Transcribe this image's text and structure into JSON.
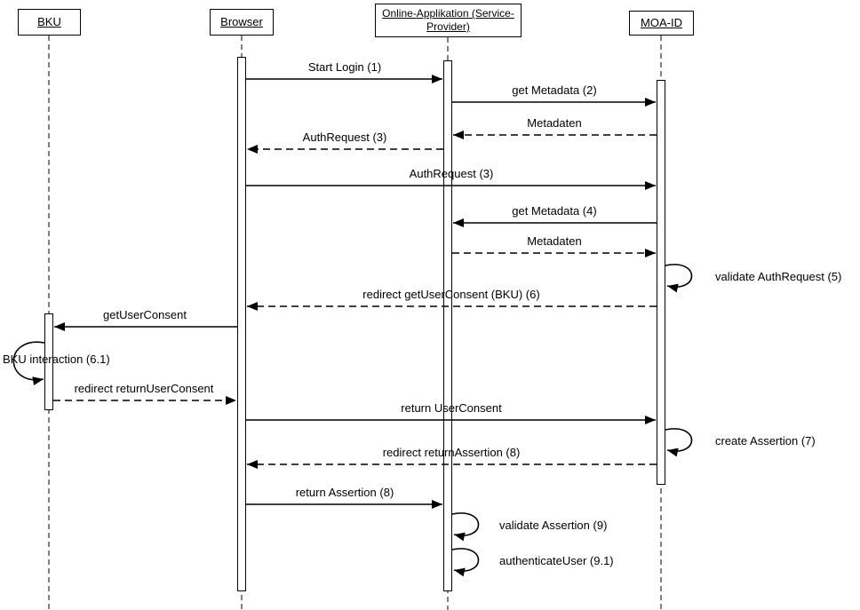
{
  "diagram": {
    "type": "uml-sequence",
    "background_color": "#ffffff",
    "line_color": "#000000",
    "text_color": "#000000"
  },
  "actors": [
    {
      "name": "BKU"
    },
    {
      "name": "Browser"
    },
    {
      "name": "Online-Applikation (Service-Provider)",
      "lines": [
        "Online-Applikation (Service-",
        "Provider)"
      ]
    },
    {
      "name": "MOA-ID"
    }
  ],
  "messages": [
    {
      "label": "Start Login (1)",
      "from": "Browser",
      "to": "Online-Applikation (Service-Provider)",
      "style": "solid"
    },
    {
      "label": "get Metadata (2)",
      "from": "Online-Applikation (Service-Provider)",
      "to": "MOA-ID",
      "style": "solid"
    },
    {
      "label": "Metadaten",
      "from": "MOA-ID",
      "to": "Online-Applikation (Service-Provider)",
      "style": "dashed"
    },
    {
      "label": "AuthRequest (3)",
      "from": "Online-Applikation (Service-Provider)",
      "to": "Browser",
      "style": "dashed"
    },
    {
      "label": "AuthRequest (3)",
      "from": "Browser",
      "to": "MOA-ID",
      "style": "solid"
    },
    {
      "label": "get Metadata (4)",
      "from": "MOA-ID",
      "to": "Online-Applikation (Service-Provider)",
      "style": "solid"
    },
    {
      "label": "Metadaten",
      "from": "Online-Applikation (Service-Provider)",
      "to": "MOA-ID",
      "style": "dashed"
    },
    {
      "label": "validate AuthRequest (5)",
      "from": "MOA-ID",
      "to": "MOA-ID",
      "style": "self"
    },
    {
      "label": "redirect getUserConsent (BKU) (6)",
      "from": "MOA-ID",
      "to": "Browser",
      "style": "dashed"
    },
    {
      "label": "getUserConsent",
      "from": "Browser",
      "to": "BKU",
      "style": "solid"
    },
    {
      "label": "BKU interaction (6.1)",
      "from": "BKU",
      "to": "BKU",
      "style": "self"
    },
    {
      "label": "redirect returnUserConsent",
      "from": "BKU",
      "to": "Browser",
      "style": "dashed"
    },
    {
      "label": "return UserConsent",
      "from": "Browser",
      "to": "MOA-ID",
      "style": "solid"
    },
    {
      "label": "create Assertion (7)",
      "from": "MOA-ID",
      "to": "MOA-ID",
      "style": "self"
    },
    {
      "label": "redirect returnAssertion (8)",
      "from": "MOA-ID",
      "to": "Browser",
      "style": "dashed"
    },
    {
      "label": "return Assertion (8)",
      "from": "Browser",
      "to": "Online-Applikation (Service-Provider)",
      "style": "solid"
    },
    {
      "label": "validate Assertion (9)",
      "from": "Online-Applikation (Service-Provider)",
      "to": "Online-Applikation (Service-Provider)",
      "style": "self"
    },
    {
      "label": "authenticateUser (9.1)",
      "from": "Online-Applikation (Service-Provider)",
      "to": "Online-Applikation (Service-Provider)",
      "style": "self"
    }
  ]
}
